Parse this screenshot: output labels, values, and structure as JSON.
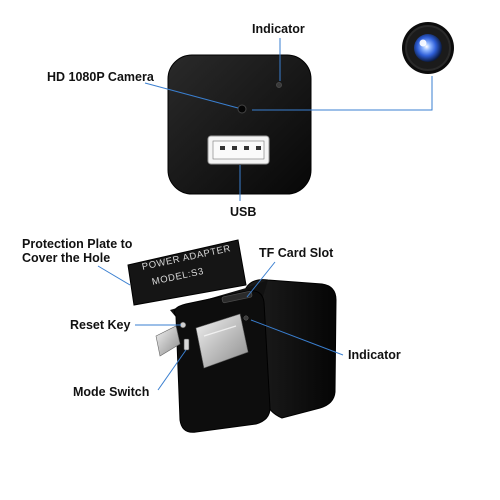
{
  "labels": {
    "indicator_top": "Indicator",
    "camera": "HD 1080P Camera",
    "usb": "USB",
    "plate_line1": "Protection Plate to",
    "plate_line2": "Cover the Hole",
    "tf_slot": "TF Card Slot",
    "reset_key": "Reset Key",
    "indicator_bottom": "Indicator",
    "mode_switch": "Mode Switch"
  },
  "plate_print": {
    "line1": "POWER ADAPTER",
    "line2": "MODEL:S3"
  },
  "colors": {
    "device_body": "#141414",
    "callout_line": "#3a7fd0",
    "lens_blue": "#3b6fe0",
    "prongs": "#c9c9c9"
  }
}
